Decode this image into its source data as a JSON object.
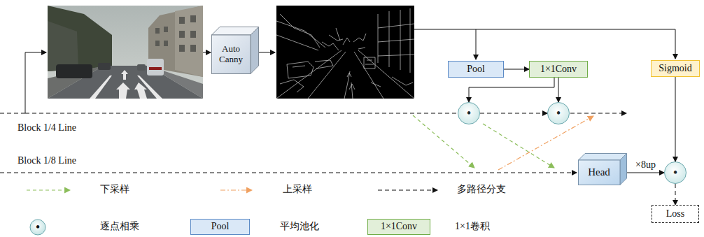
{
  "diagram": {
    "nodes": [
      {
        "text": [
          "Auto Canny"
        ]
      },
      {
        "text": [
          "Pool"
        ]
      },
      {
        "text": [
          "1×1Conv"
        ]
      },
      {
        "text": [
          "Sigmoid"
        ]
      },
      {
        "text": [
          "•"
        ]
      },
      {
        "text": [
          "•"
        ]
      },
      {
        "text": [
          "Head"
        ]
      },
      {
        "text": [
          "•"
        ]
      },
      {
        "text": [
          "Loss"
        ]
      }
    ],
    "edges": [
      {
        "from": 1,
        "to": 2,
        "arrow": "to"
      },
      {
        "from": 2,
        "to": 4,
        "arrow": "to"
      },
      {
        "from": 2,
        "to": 5,
        "arrow": "to"
      },
      {
        "from": 4,
        "to": 5,
        "arrow": "to"
      },
      {
        "from": 3,
        "to": 7,
        "arrow": "to"
      },
      {
        "from": 6,
        "to": 7,
        "label": "×8up",
        "arrow": "to"
      },
      {
        "from": 7,
        "to": 8,
        "arrow": "to"
      }
    ],
    "labels": [
      "Block 1/4 Line",
      "Block 1/8 Line",
      "•",
      "Pool",
      "1×1Conv"
    ],
    "legend": [
      {
        "text": "下采样"
      },
      {
        "text": "上采样"
      },
      {
        "text": "多路径分支"
      },
      {
        "text": "逐点相乘"
      },
      {
        "text": "平均池化",
        "color": "#dae8f7"
      },
      {
        "text": "1×1卷积",
        "color": "#e2efd9"
      }
    ]
  }
}
